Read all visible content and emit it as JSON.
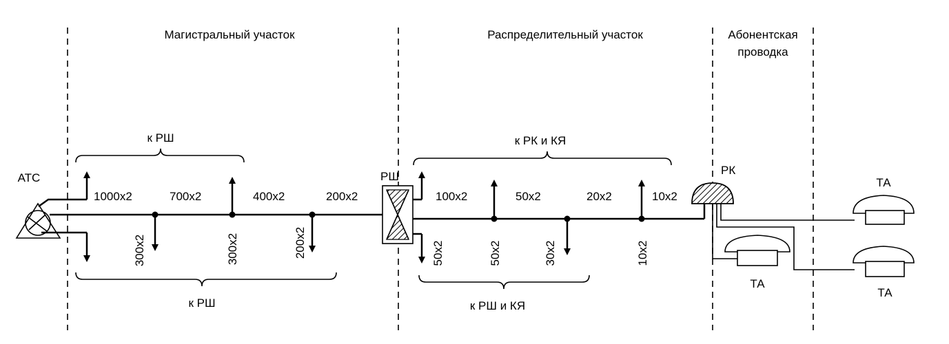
{
  "sections": {
    "trunk": "Магистральный участок",
    "distribution": "Распределительный участок",
    "subscriber_line1": "Абонентская",
    "subscriber_line2": "проводка"
  },
  "nodes": {
    "ats": "АТС",
    "rsh": "РШ",
    "rk": "РК",
    "ta1": "ТА",
    "ta2": "ТА",
    "ta3": "ТА"
  },
  "trunk_cables": {
    "c1000": "1000x2",
    "c700": "700x2",
    "c400": "400x2",
    "c200": "200x2",
    "b300a": "300x2",
    "b300b": "300x2",
    "b200": "200x2"
  },
  "distribution_cables": {
    "c100": "100x2",
    "c50": "50x2",
    "c20": "20x2",
    "c10": "10x2",
    "b50a": "50x2",
    "b50b": "50x2",
    "b30": "30x2",
    "b10": "10x2"
  },
  "braces": {
    "trunk_top": "к РШ",
    "trunk_bottom": "к РШ",
    "dist_top": "к РК и КЯ",
    "dist_bottom": "к РШ и КЯ"
  }
}
